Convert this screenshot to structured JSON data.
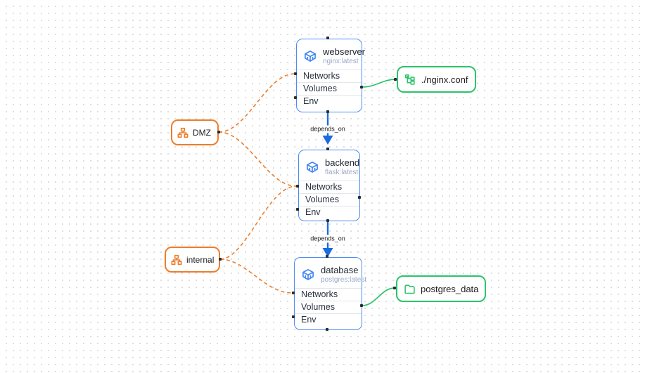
{
  "colors": {
    "blue_border": "#4b8bf5",
    "blue_icon": "#4285f4",
    "blue_arrow": "#1a6be0",
    "orange": "#ed7d2b",
    "green": "#2cc36b",
    "subtitle": "#9aa8c7",
    "handle": "#2b2b2b",
    "grid_dot": "#d8d8d8"
  },
  "services": [
    {
      "title": "webserver",
      "image": "nginx:latest",
      "rows": [
        "Networks",
        "Volumes",
        "Env"
      ]
    },
    {
      "title": "backend",
      "image": "flask:latest",
      "rows": [
        "Networks",
        "Volumes",
        "Env"
      ]
    },
    {
      "title": "database",
      "image": "postgres:latest",
      "rows": [
        "Networks",
        "Volumes",
        "Env"
      ]
    }
  ],
  "networks": [
    {
      "label": "DMZ"
    },
    {
      "label": "internal"
    }
  ],
  "resources": [
    {
      "label": "./nginx.conf",
      "kind": "config-file"
    },
    {
      "label": "postgres_data",
      "kind": "volume"
    }
  ],
  "edges": {
    "depends_on_label": "depends_on"
  }
}
